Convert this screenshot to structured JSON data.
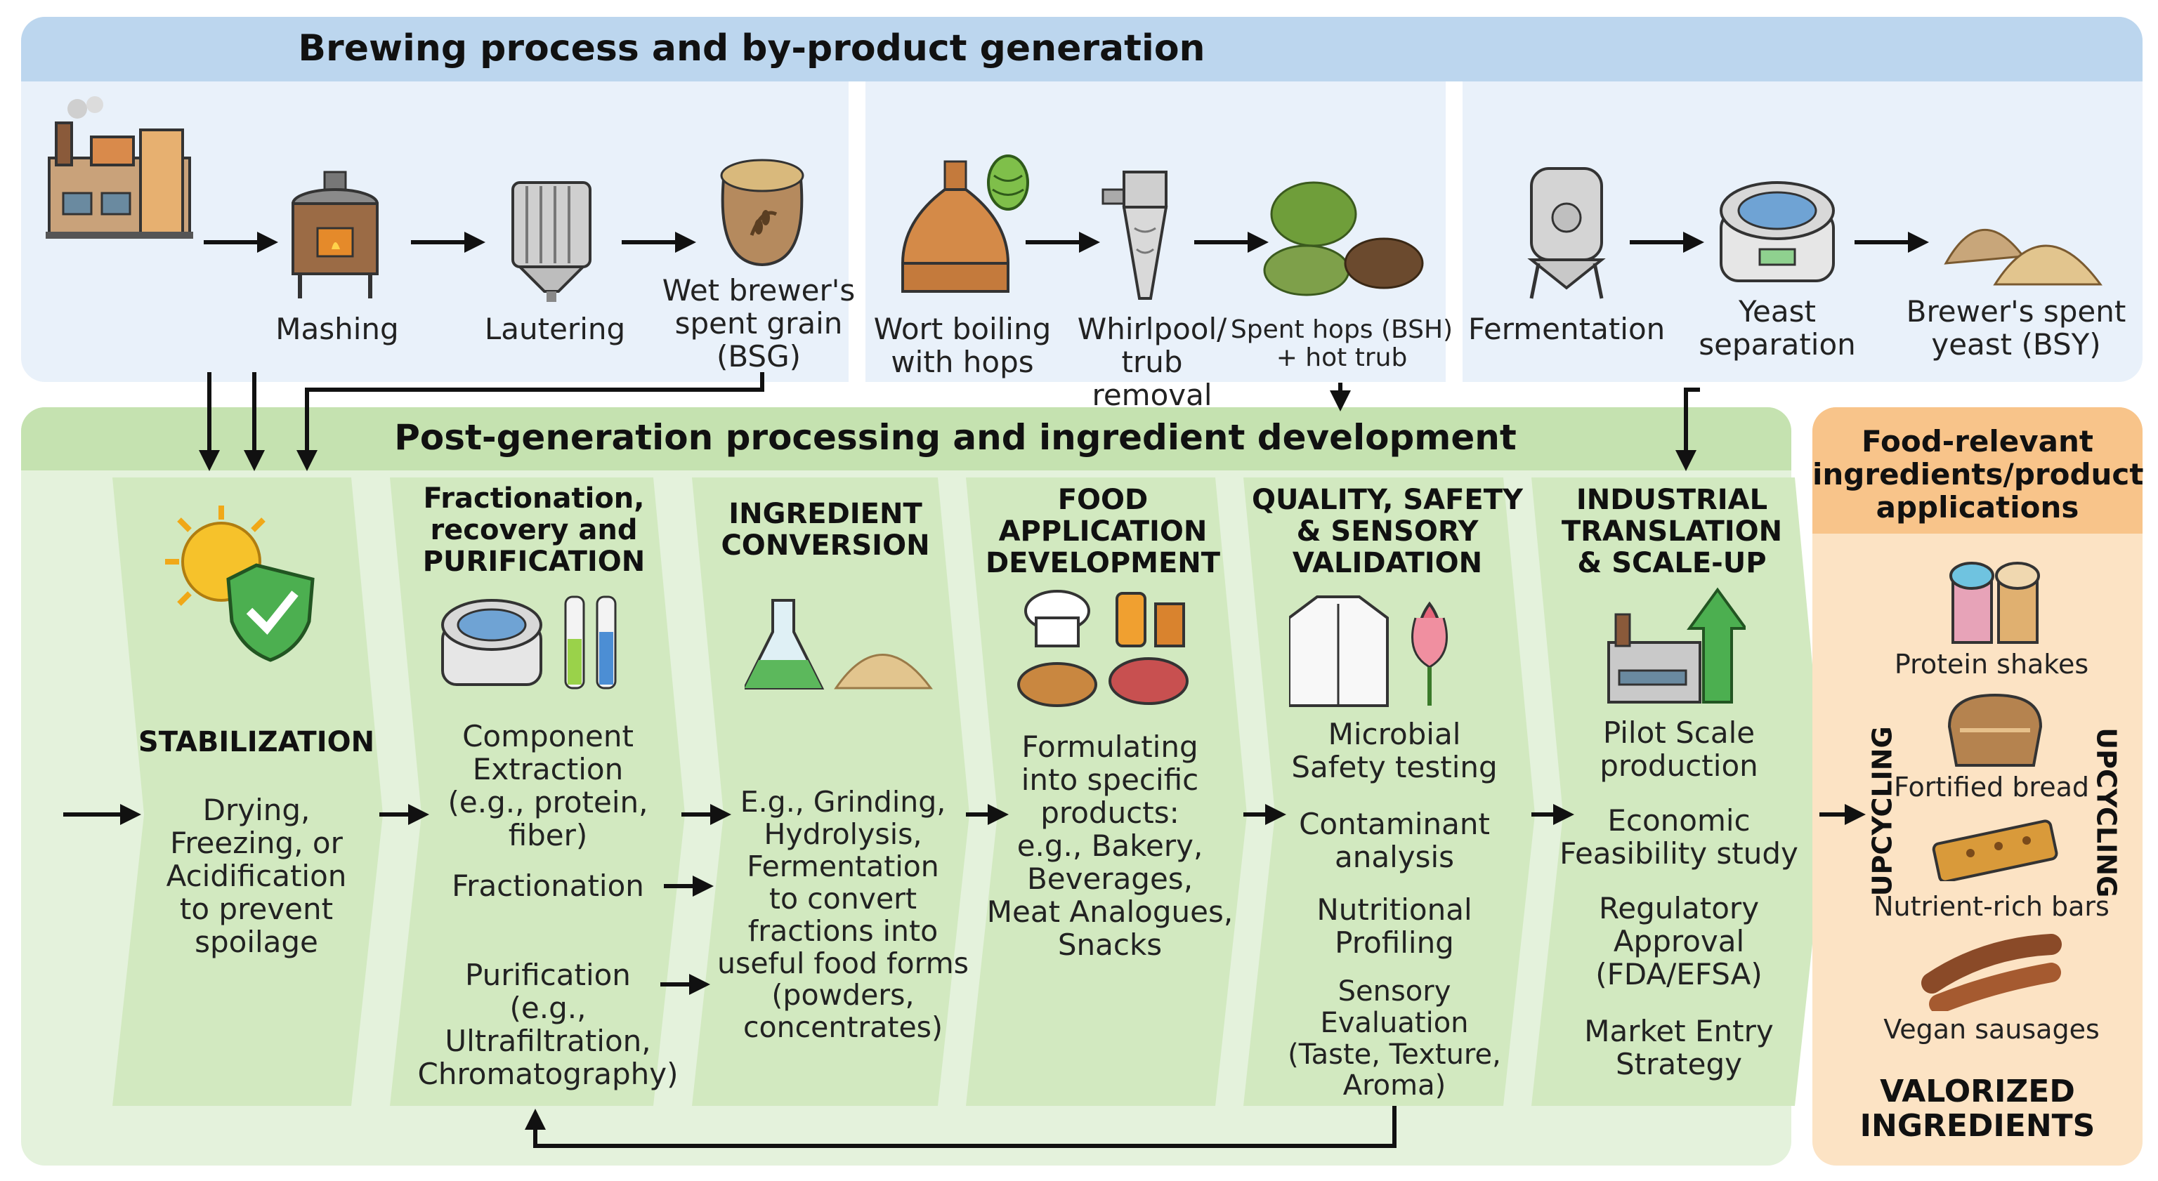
{
  "top_section": {
    "title": "Brewing process and by-product generation",
    "steps": [
      "Mashing",
      "Lautering",
      "Wet brewer's\nspent grain\n(BSG)",
      "Wort boiling\nwith hops",
      "Whirlpool/\ntrub removal",
      "Spent hops (BSH)\n+ hot trub",
      "Fermentation",
      "Yeast\nseparation",
      "Brewer's spent\nyeast (BSY)"
    ]
  },
  "middle_section": {
    "title": "Post-generation processing and ingredient development",
    "stages": [
      {
        "title": "STABILIZATION",
        "items": [
          "Drying,\nFreezing, or\nAcidification\nto prevent\nspoilage"
        ]
      },
      {
        "title": "Fractionation,\nrecovery and\nPURIFICATION",
        "items": [
          "Component\nExtraction\n(e.g., protein, fiber)",
          "Fractionation",
          "Purification\n(e.g., Ultrafiltration,\nChromatography)"
        ]
      },
      {
        "title": "INGREDIENT\nCONVERSION",
        "items": [
          "E.g., Grinding,\nHydrolysis,\nFermentation\nto convert\nfractions into\nuseful food forms\n(powders,\nconcentrates)"
        ]
      },
      {
        "title": "FOOD\nAPPLICATION\nDEVELOPMENT",
        "items": [
          "Formulating\ninto specific\nproducts:\ne.g., Bakery,\nBeverages,\nMeat Analogues,\nSnacks"
        ]
      },
      {
        "title": "QUALITY, SAFETY\n& SENSORY\nVALIDATION",
        "items": [
          "Microbial\nSafety testing",
          "Contaminant\nanalysis",
          "Nutritional\nProfiling",
          "Sensory\nEvaluation\n(Taste, Texture,\nAroma)"
        ]
      },
      {
        "title": "INDUSTRIAL\nTRANSLATION\n& SCALE-UP",
        "items": [
          "Pilot Scale\nproduction",
          "Economic\nFeasibility study",
          "Regulatory\nApproval\n(FDA/EFSA)",
          "Market Entry\nStrategy"
        ]
      }
    ]
  },
  "right_section": {
    "title": "Food-relevant\ningredients/product\napplications",
    "products": [
      "Protein shakes",
      "Fortified bread",
      "Nutrient-rich bars",
      "Vegan sausages"
    ],
    "side_label": "UPCYCLING",
    "footer": "VALORIZED\nINGREDIENTS"
  },
  "colors": {
    "top_panel": "#e9f1fa",
    "top_header": "#bcd6ee",
    "mid_panel": "#e4f2dc",
    "mid_header": "#c5e2b0",
    "stage_fill": "#d2e9c0",
    "right_panel": "#fce3c4",
    "right_header": "#f8c48a",
    "arrow": "#111111"
  },
  "icons": [
    "factory-icon",
    "mash-tun-icon",
    "lauter-tun-icon",
    "grain-sack-icon",
    "wort-kettle-icon",
    "hop-cone-icon",
    "whirlpool-icon",
    "spent-hops-icon",
    "fermenter-icon",
    "centrifuge-icon",
    "yeast-pile-icon",
    "sun-shield-icon",
    "centrifuge-tubes-icon",
    "flask-powder-icon",
    "food-icon",
    "lab-coat-flower-icon",
    "factory-growth-icon",
    "shakes-icon",
    "bread-icon",
    "bars-icon",
    "sausages-icon"
  ]
}
